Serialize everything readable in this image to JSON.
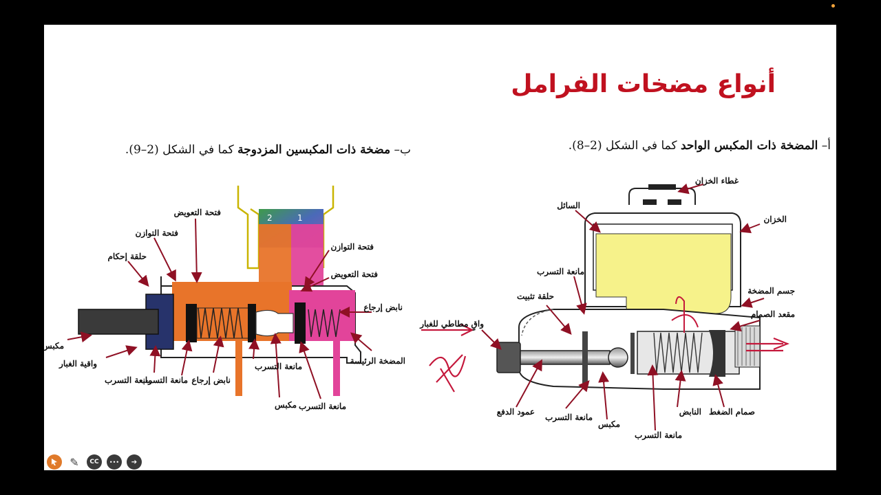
{
  "slide": {
    "title": "أنواع مضخات الفرامل",
    "subtitle_a_prefix": "أ– ",
    "subtitle_a_bold": "المضخة ذات المكبس الواحد",
    "subtitle_a_rest": " كما في الشكل (2–8).",
    "subtitle_b_prefix": "ب– ",
    "subtitle_b_bold": "مضخة ذات المكبسين المزدوجة",
    "subtitle_b_rest": " كما في الشكل (2–9)."
  },
  "figure_right": {
    "labels": {
      "reservoir_cap": "غطاء الخزان",
      "fluid": "السائل",
      "reservoir": "الخزان",
      "leak_seal_top": "مانعة التسرب",
      "fixing_ring": "حلقة تثبيت",
      "pump_body": "جسم المضخة",
      "valve_seat": "مقعد الصمام",
      "dust_boot": "واقٍ مطاطي للغبار",
      "push_rod": "عمود الدفع",
      "leak_seal_1": "مانعة التسرب",
      "piston": "مكبس",
      "leak_seal_2": "مانعة التسرب",
      "spring": "النابض",
      "pressure_valve": "صمام الضغط"
    }
  },
  "figure_left": {
    "chamber_1": "1",
    "chamber_2": "2",
    "labels": {
      "compensation_port_top": "فتحة التعويض",
      "balance_port_left": "فتحة التوازن",
      "lock_ring": "حلقة إحكام",
      "balance_port_right": "فتحة التوازن",
      "compensation_port_right": "فتحة التعويض",
      "return_spring_right": "نابض إرجاع",
      "main_pump": "المضخة الرئيسة",
      "piston_left": "مكبس",
      "dust_guard": "واقية الغبار",
      "leak_seal_a": "مانعة التسرب",
      "leak_seal_b": "مانعة التسرب",
      "return_spring_bottom": "نابض إرجاع",
      "leak_seal_c": "مانعة التسرب",
      "piston_bottom": "مكبس",
      "leak_seal_d": "مانعة التسرب"
    }
  },
  "toolbar": {
    "cc_label": "CC",
    "more_label": "•••",
    "next_label": "➔",
    "pen_label": "✎"
  },
  "colors": {
    "title": "#c0111f",
    "fluid": "#f6f28a",
    "chamber_orange": "#e8742a",
    "chamber_pink": "#e2449a",
    "arrow": "#8f1024"
  }
}
